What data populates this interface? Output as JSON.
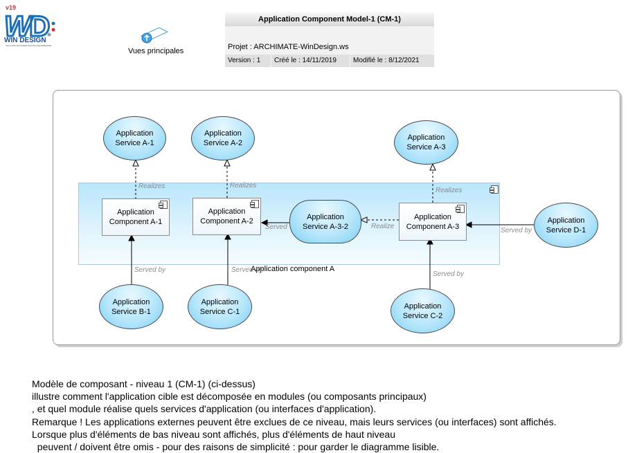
{
  "logo": {
    "version": "v19",
    "brand": "WIN DESIGN",
    "tagline": "SOLUTION DE MODÉLISATION D'ENTREPRISE"
  },
  "nav": {
    "vues_label": "Vues principales"
  },
  "header": {
    "title": "Application Component Model-1 (CM-1)",
    "projet": "Projet : ARCHIMATE-WinDesign.ws",
    "version": "Version : 1",
    "cree": "Créé le : 14/11/2019",
    "modifie": "Modifié le : 8/12/2021"
  },
  "diagram": {
    "group_label": "Application component A",
    "services": {
      "a1": [
        "Application",
        "Service A-1"
      ],
      "a2": [
        "Application",
        "Service A-2"
      ],
      "a3": [
        "Application",
        "Service A-3"
      ],
      "a32": [
        "Application",
        "Service A-3-2"
      ],
      "b1": [
        "Application",
        "Service B-1"
      ],
      "c1": [
        "Application",
        "Service C-1"
      ],
      "c2": [
        "Application",
        "Service C-2"
      ],
      "d1": [
        "Application",
        "Service D-1"
      ]
    },
    "components": {
      "c_a1": [
        "Application",
        "Component A-1"
      ],
      "c_a2": [
        "Application",
        "Component A-2"
      ],
      "c_a3": [
        "Application",
        "Component A-3"
      ]
    },
    "relations": {
      "realizes_1": "Realizes",
      "realizes_2": "Realizes",
      "realizes_3": "Realizes",
      "realizes_4": "Realize",
      "served_b1": "Served by",
      "served_c1": "Served by",
      "served_a32": "Served",
      "served_c2": "Served by",
      "served_d1": "Served by"
    }
  },
  "description": [
    "Modèle de composant - niveau 1 (CM-1) (ci-dessus)",
    "illustre comment l'application cible est décomposée en modules (ou composants principaux)",
    ", et quel module réalise quels services d'application (ou interfaces d'application).",
    "Remarque ! Les applications externes peuvent être exclues de ce niveau, mais leurs services (ou interfaces) sont affichés.",
    "Lorsque plus d'éléments de bas niveau sont affichés, plus d'éléments de haut niveau",
    "  peuvent / doivent être omis - pour des raisons de simplicité : pour garder le diagramme lisible."
  ],
  "colors": {
    "service_fill": "#b7e6fb",
    "group_fill": "#c6ecfd",
    "logo_blue": "#1e6fb5",
    "logo_red": "#d32f2f"
  }
}
